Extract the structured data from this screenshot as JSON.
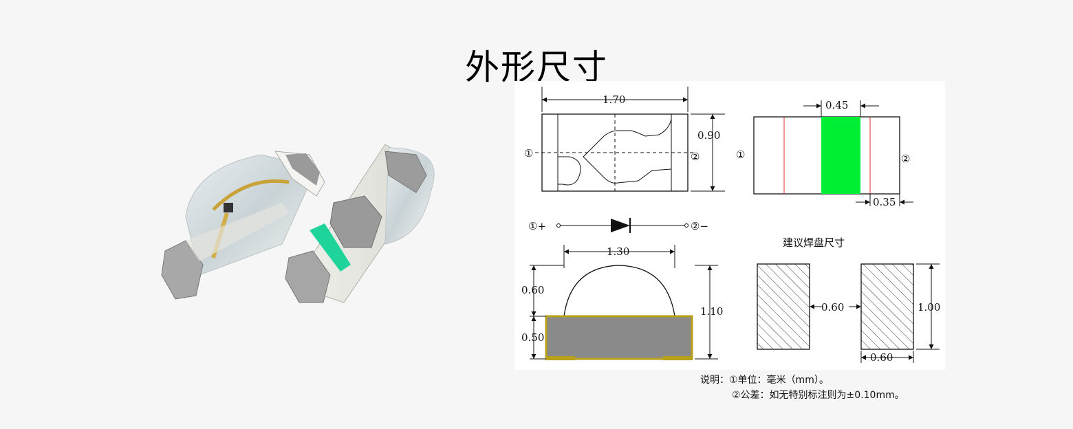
{
  "title": "外形尺寸",
  "colors": {
    "background": "#f6f6f6",
    "led_green": "#00ee33",
    "cathode_mark": "#1fd49a",
    "pad_gray": "#8a8a8a",
    "gold_outline": "#b8a01a",
    "line_red": "#e03030"
  },
  "top_view": {
    "width_dim": "1.70",
    "height_dim": "0.90",
    "pin1": "①",
    "pin2": "②"
  },
  "bottom_view": {
    "green_width_dim": "0.45",
    "offset_dim": "0.35",
    "pin1": "①",
    "pin2": "②"
  },
  "schematic": {
    "left_label": "①+",
    "right_label": "②−"
  },
  "side_view": {
    "lens_width_dim": "1.30",
    "lens_height_dim": "0.60",
    "body_height_dim": "0.50",
    "total_height_dim": "1.10"
  },
  "pads": {
    "title": "建议焊盘尺寸",
    "gap_dim": "0.60",
    "height_dim": "1.00",
    "width_dim": "0.60"
  },
  "notes": {
    "line1": "说明：①单位：毫米（mm）。",
    "line2": "②公差：如无特别标注则为±0.10mm。"
  }
}
